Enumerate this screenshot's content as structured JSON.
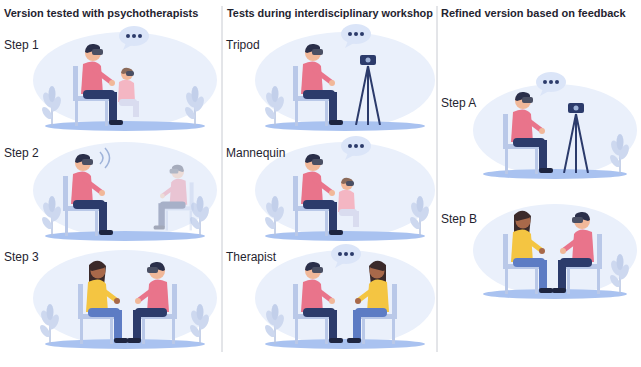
{
  "diagram": {
    "labels": [
      "Version tested with psychotherapists",
      "Tests during interdisciplinary workshop",
      "Refined version based on feedback",
      "Step 1",
      "Step 2",
      "Step 3",
      "Tripod",
      "Mannequin",
      "Therapist",
      "Step A",
      "Step B"
    ]
  }
}
